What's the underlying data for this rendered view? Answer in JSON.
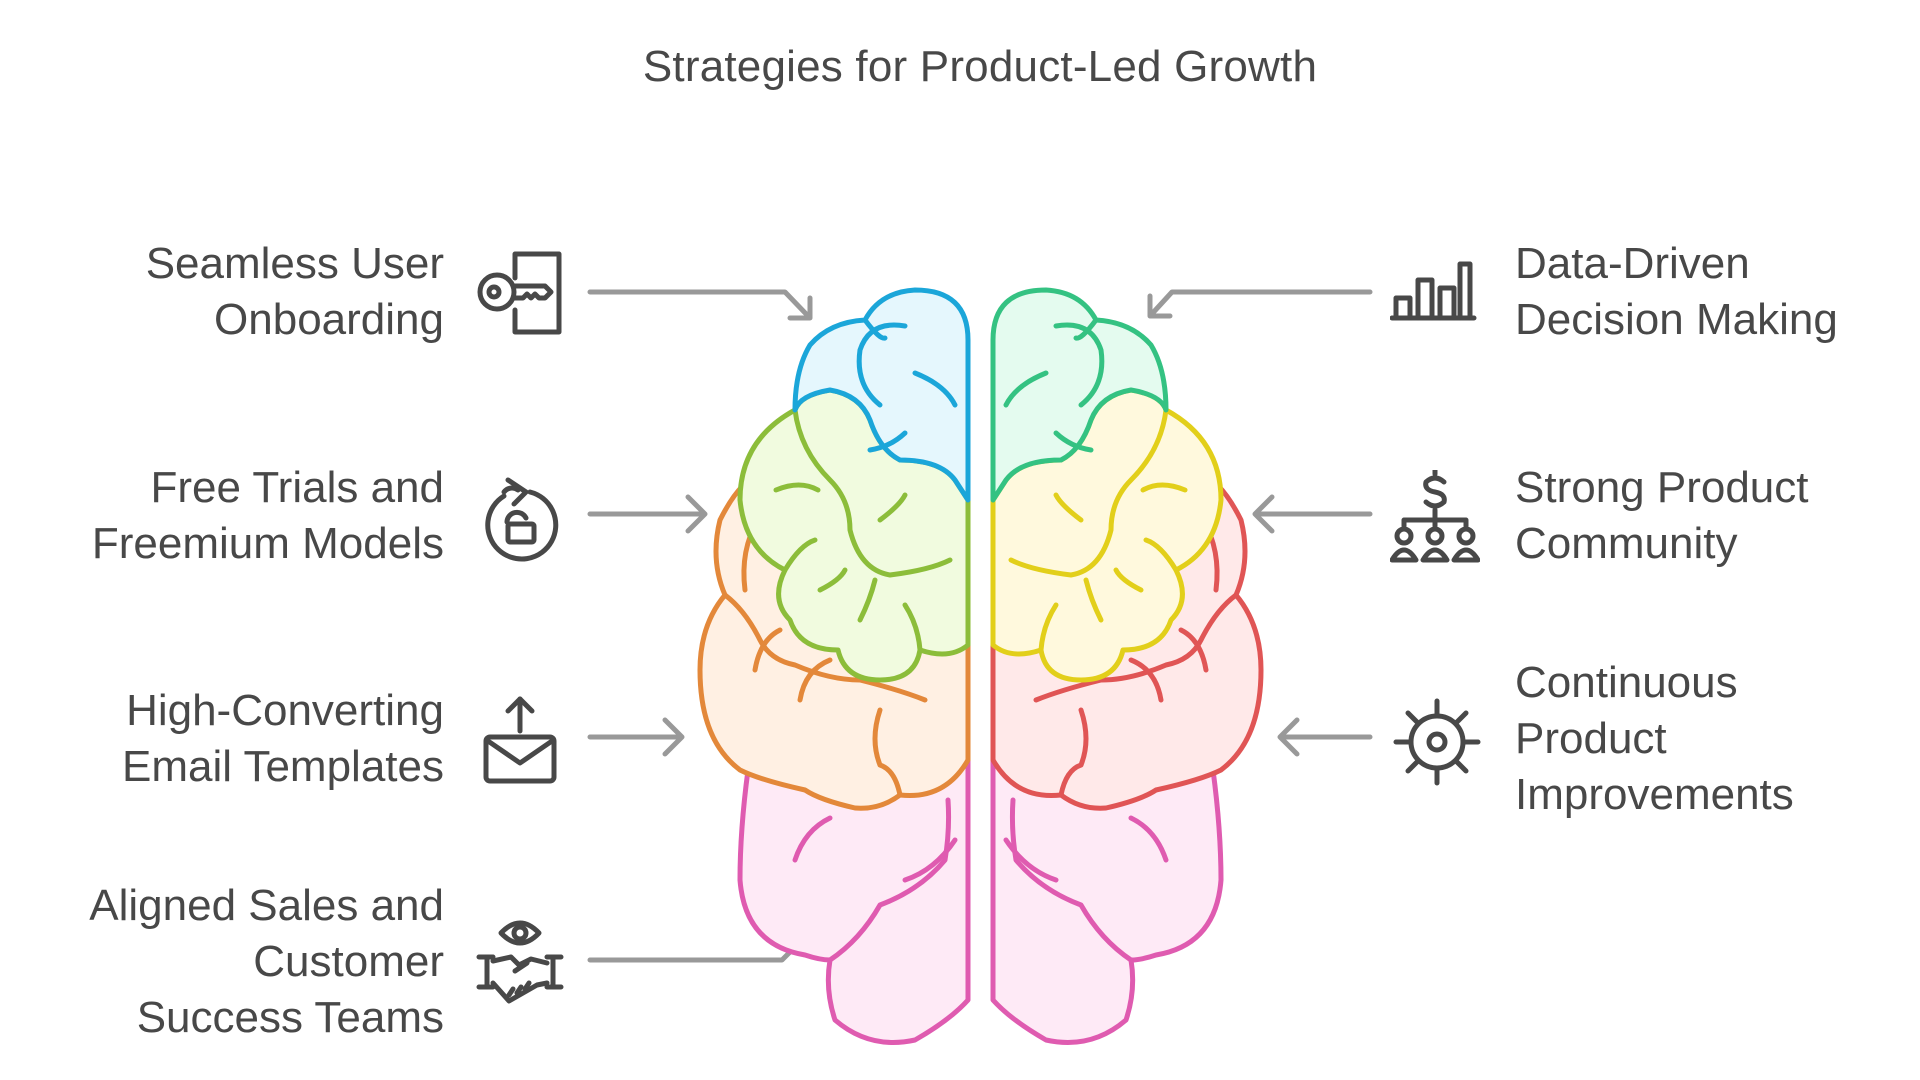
{
  "title": "Strategies for Product-Led Growth",
  "left_items": [
    {
      "label_line1": "Seamless User",
      "label_line2": "Onboarding",
      "icon": "key-door-icon",
      "color": "#1ba6d9"
    },
    {
      "label_line1": "Free Trials and",
      "label_line2": "Freemium Models",
      "icon": "unlock-cycle-icon",
      "color": "#8cbd3a"
    },
    {
      "label_line1": "High-Converting",
      "label_line2": "Email Templates",
      "icon": "email-upload-icon",
      "color": "#e3883a"
    },
    {
      "label_line1": "Aligned Sales and",
      "label_line2": "Customer",
      "label_line3": "Success Teams",
      "icon": "handshake-eye-icon",
      "color": "#df5bb0"
    }
  ],
  "right_items": [
    {
      "label_line1": "Data-Driven",
      "label_line2": "Decision Making",
      "icon": "bar-chart-icon",
      "color": "#34c282"
    },
    {
      "label_line1": "Strong Product",
      "label_line2": "Community",
      "icon": "dollar-network-icon",
      "color": "#e2cf1a"
    },
    {
      "label_line1": "Continuous",
      "label_line2": "Product",
      "label_line3": "Improvements",
      "icon": "gear-sun-icon",
      "color": "#e05555"
    }
  ],
  "colors": {
    "text": "#484848",
    "arrow": "#999999",
    "icon": "#484848",
    "blue": "#1ba6d9",
    "blue_fill": "#e5f7fd",
    "green_left": "#8cbd3a",
    "green_left_fill": "#f1fbdf",
    "orange": "#e3883a",
    "orange_fill": "#fff0e3",
    "pink": "#df5bb0",
    "pink_fill": "#feeaf6",
    "teal": "#34c282",
    "teal_fill": "#e4fbef",
    "yellow": "#e2cf1a",
    "yellow_fill": "#fff9dd",
    "red": "#e05555",
    "red_fill": "#ffe9e9"
  }
}
